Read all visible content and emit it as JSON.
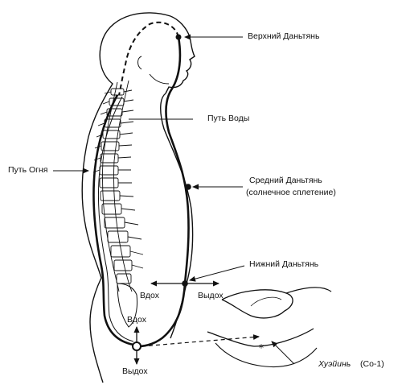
{
  "labels": {
    "upper_dantian": "Верхний Даньтянь",
    "water_path": "Путь Воды",
    "fire_path": "Путь Огня",
    "middle_dantian": "Средний Даньтянь",
    "middle_dantian_note": "(солнечное сплетение)",
    "lower_dantian": "Нижний Даньтянь",
    "inhale_lower": "Вдох",
    "exhale_lower": "Выдох",
    "inhale_perineum": "Вдох",
    "exhale_perineum": "Выдох",
    "huiyin": "Хуэйинь",
    "huiyin_code": "(Co-1)"
  },
  "colors": {
    "ink": "#111111",
    "background": "#ffffff"
  }
}
